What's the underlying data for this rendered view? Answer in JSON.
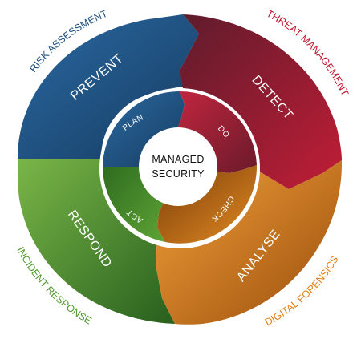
{
  "center": {
    "line1": "MANAGED",
    "line2": "SECURITY"
  },
  "outer_labels": {
    "risk": "RISK ASSESSMENT",
    "threat": "THREAT MANAGEMENT",
    "incident": "INCIDENT RESPONSE",
    "forensics": "DIGITAL FORENSICS"
  },
  "phases": {
    "prevent": "PREVENT",
    "detect": "DETECT",
    "respond": "RESPOND",
    "analyse": "ANALYSE"
  },
  "cycle": {
    "plan": "PLAN",
    "do": "DO",
    "check": "CHECK",
    "act": "ACT"
  },
  "colors": {
    "blue": "#1f4f7f",
    "red": "#8f1c2b",
    "green": "#4f9a2e",
    "orange": "#e07e16",
    "inner_blue": "#1e4a78",
    "inner_red": "#a21d33",
    "inner_green": "#3f8a26",
    "inner_orange": "#c86f14",
    "risk_label": "#1f4f7f",
    "threat_label": "#c0152d",
    "incident_label": "#4f9a2e",
    "forensics_label": "#e07e16"
  }
}
